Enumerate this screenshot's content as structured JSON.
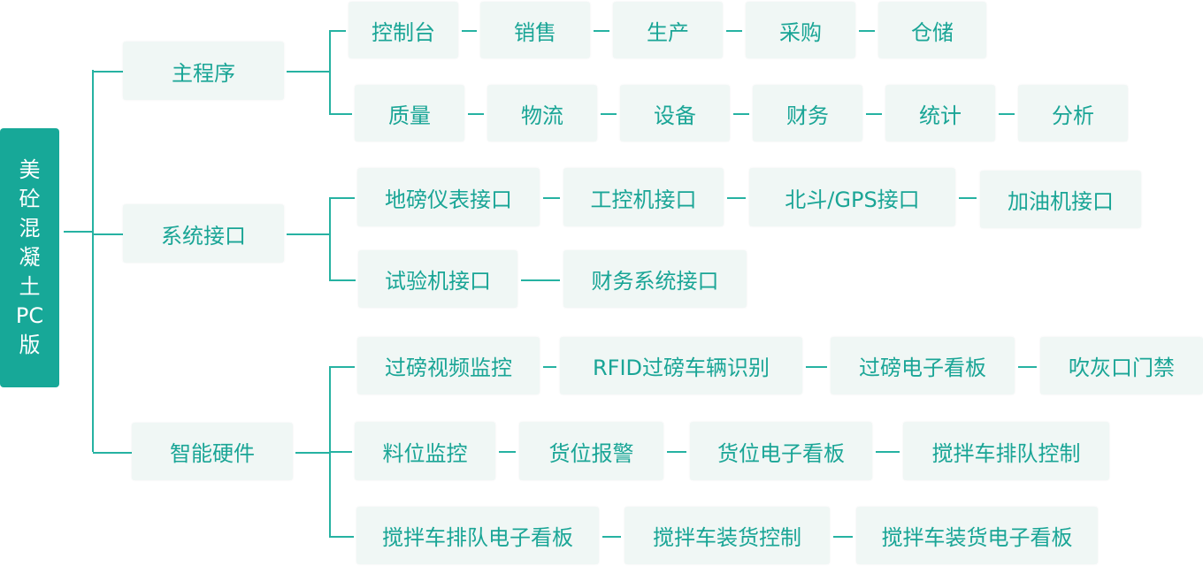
{
  "root": {
    "chars": [
      "美",
      "砼",
      "混",
      "凝",
      "土",
      "PC",
      "版"
    ]
  },
  "colors": {
    "accent": "#17a898",
    "box": "#f0f7f5",
    "text": "#1aa596",
    "line": "#26b2a2"
  },
  "branches": [
    {
      "label": "主程序",
      "rows": [
        [
          "控制台",
          "销售",
          "生产",
          "采购",
          "仓储"
        ],
        [
          "质量",
          "物流",
          "设备",
          "财务",
          "统计",
          "分析"
        ]
      ]
    },
    {
      "label": "系统接口",
      "rows": [
        [
          "地磅仪表接口",
          "工控机接口",
          "北斗/GPS接口",
          "加油机接口"
        ],
        [
          "试验机接口",
          "财务系统接口"
        ]
      ]
    },
    {
      "label": "智能硬件",
      "rows": [
        [
          "过磅视频监控",
          "RFID过磅车辆识别",
          "过磅电子看板",
          "吹灰口门禁"
        ],
        [
          "料位监控",
          "货位报警",
          "货位电子看板",
          "搅拌车排队控制"
        ],
        [
          "搅拌车排队电子看板",
          "搅拌车装货控制",
          "搅拌车装货电子看板"
        ]
      ]
    }
  ]
}
